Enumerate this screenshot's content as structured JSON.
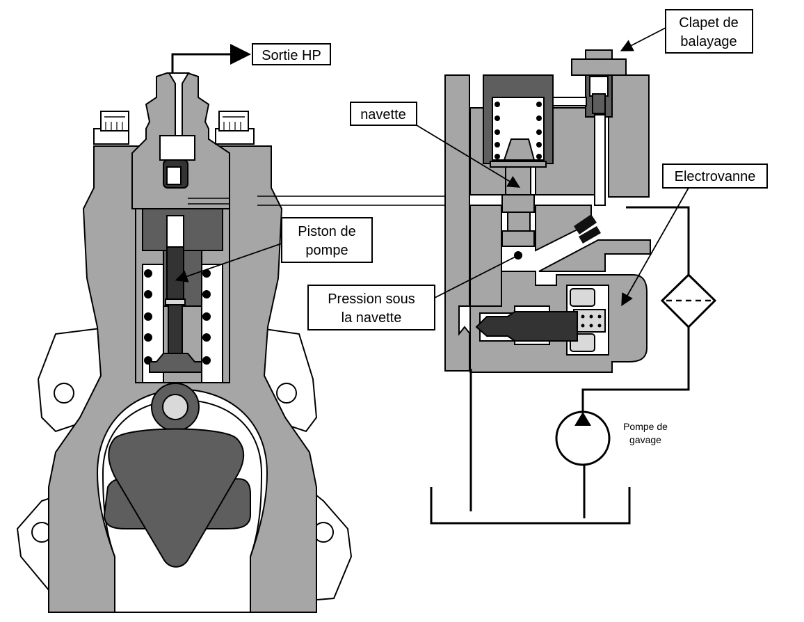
{
  "diagram": {
    "title": "",
    "labels": {
      "sortie_hp": "Sortie HP",
      "clapet_line1": "Clapet de",
      "clapet_line2": "balayage",
      "navette": "navette",
      "electrovanne": "Electrovanne",
      "piston_line1": "Piston de",
      "piston_line2": "pompe",
      "pression_line1": "Pression sous",
      "pression_line2": "la navette",
      "pompe_gavage_line1": "Pompe de",
      "pompe_gavage_line2": "gavage"
    },
    "components": [
      "injection-pump-body",
      "delivery-valve",
      "pump-piston",
      "return-spring",
      "roller-tappet",
      "cam",
      "shuttle-valve-block",
      "scavenging-valve",
      "solenoid-valve",
      "filter",
      "feed-pump",
      "tank"
    ],
    "colors": {
      "body": "#a6a6a6",
      "dark_part": "#5e5e5e",
      "darkest_part": "#333333",
      "line": "#000000",
      "background": "#ffffff"
    }
  }
}
